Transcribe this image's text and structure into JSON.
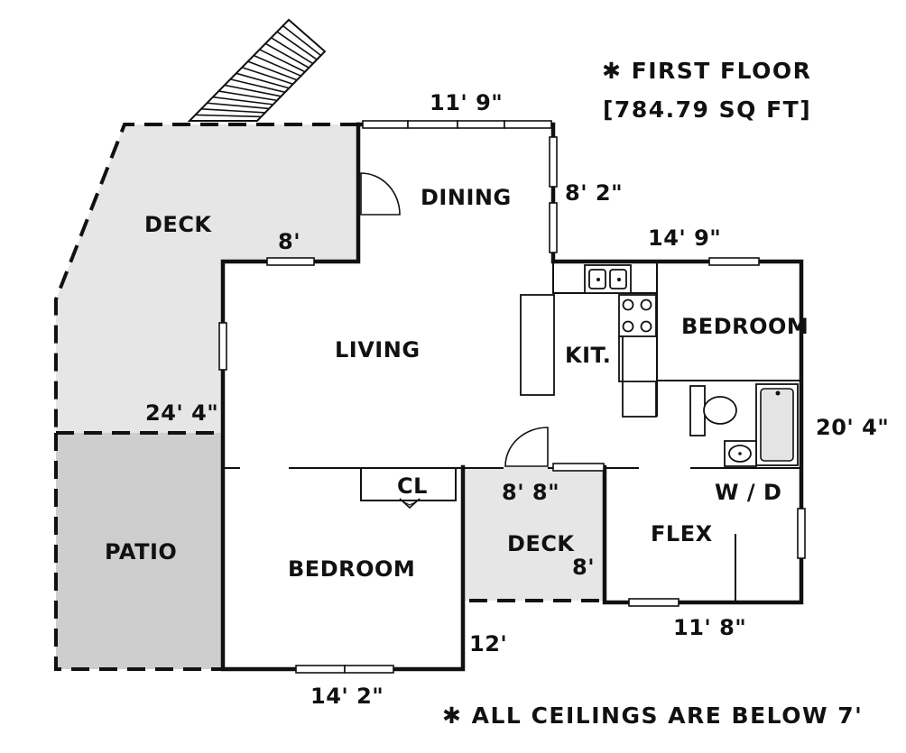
{
  "header": {
    "line1": "✱ FIRST FLOOR",
    "line2": "[784.79 SQ FT]"
  },
  "footer": {
    "note": "✱ ALL CEILINGS ARE BELOW 7'"
  },
  "rooms": {
    "deck_upper": "DECK",
    "dining": "DINING",
    "living": "LIVING",
    "kitchen": "KIT.",
    "bedroom_right": "BEDROOM",
    "patio": "PATIO",
    "bedroom_lower": "BEDROOM",
    "deck_lower": "DECK",
    "flex": "FLEX",
    "closet": "CL",
    "laundry": "W / D"
  },
  "dimensions": {
    "dining_width": "11' 9\"",
    "dining_depth": "8' 2\"",
    "deck_upper_depth": "8'",
    "bedroom_right_width": "14' 9\"",
    "overall_left": "24' 4\"",
    "overall_right": "20' 4\"",
    "deck_lower_width": "8' 8\"",
    "deck_lower_depth": "8'",
    "bedroom_lower_depth": "12'",
    "flex_width": "11' 8\"",
    "bedroom_lower_width": "14' 2\""
  },
  "colors": {
    "deck_fill": "#e6e6e6",
    "patio_fill": "#cecece",
    "wall": "#111111"
  }
}
